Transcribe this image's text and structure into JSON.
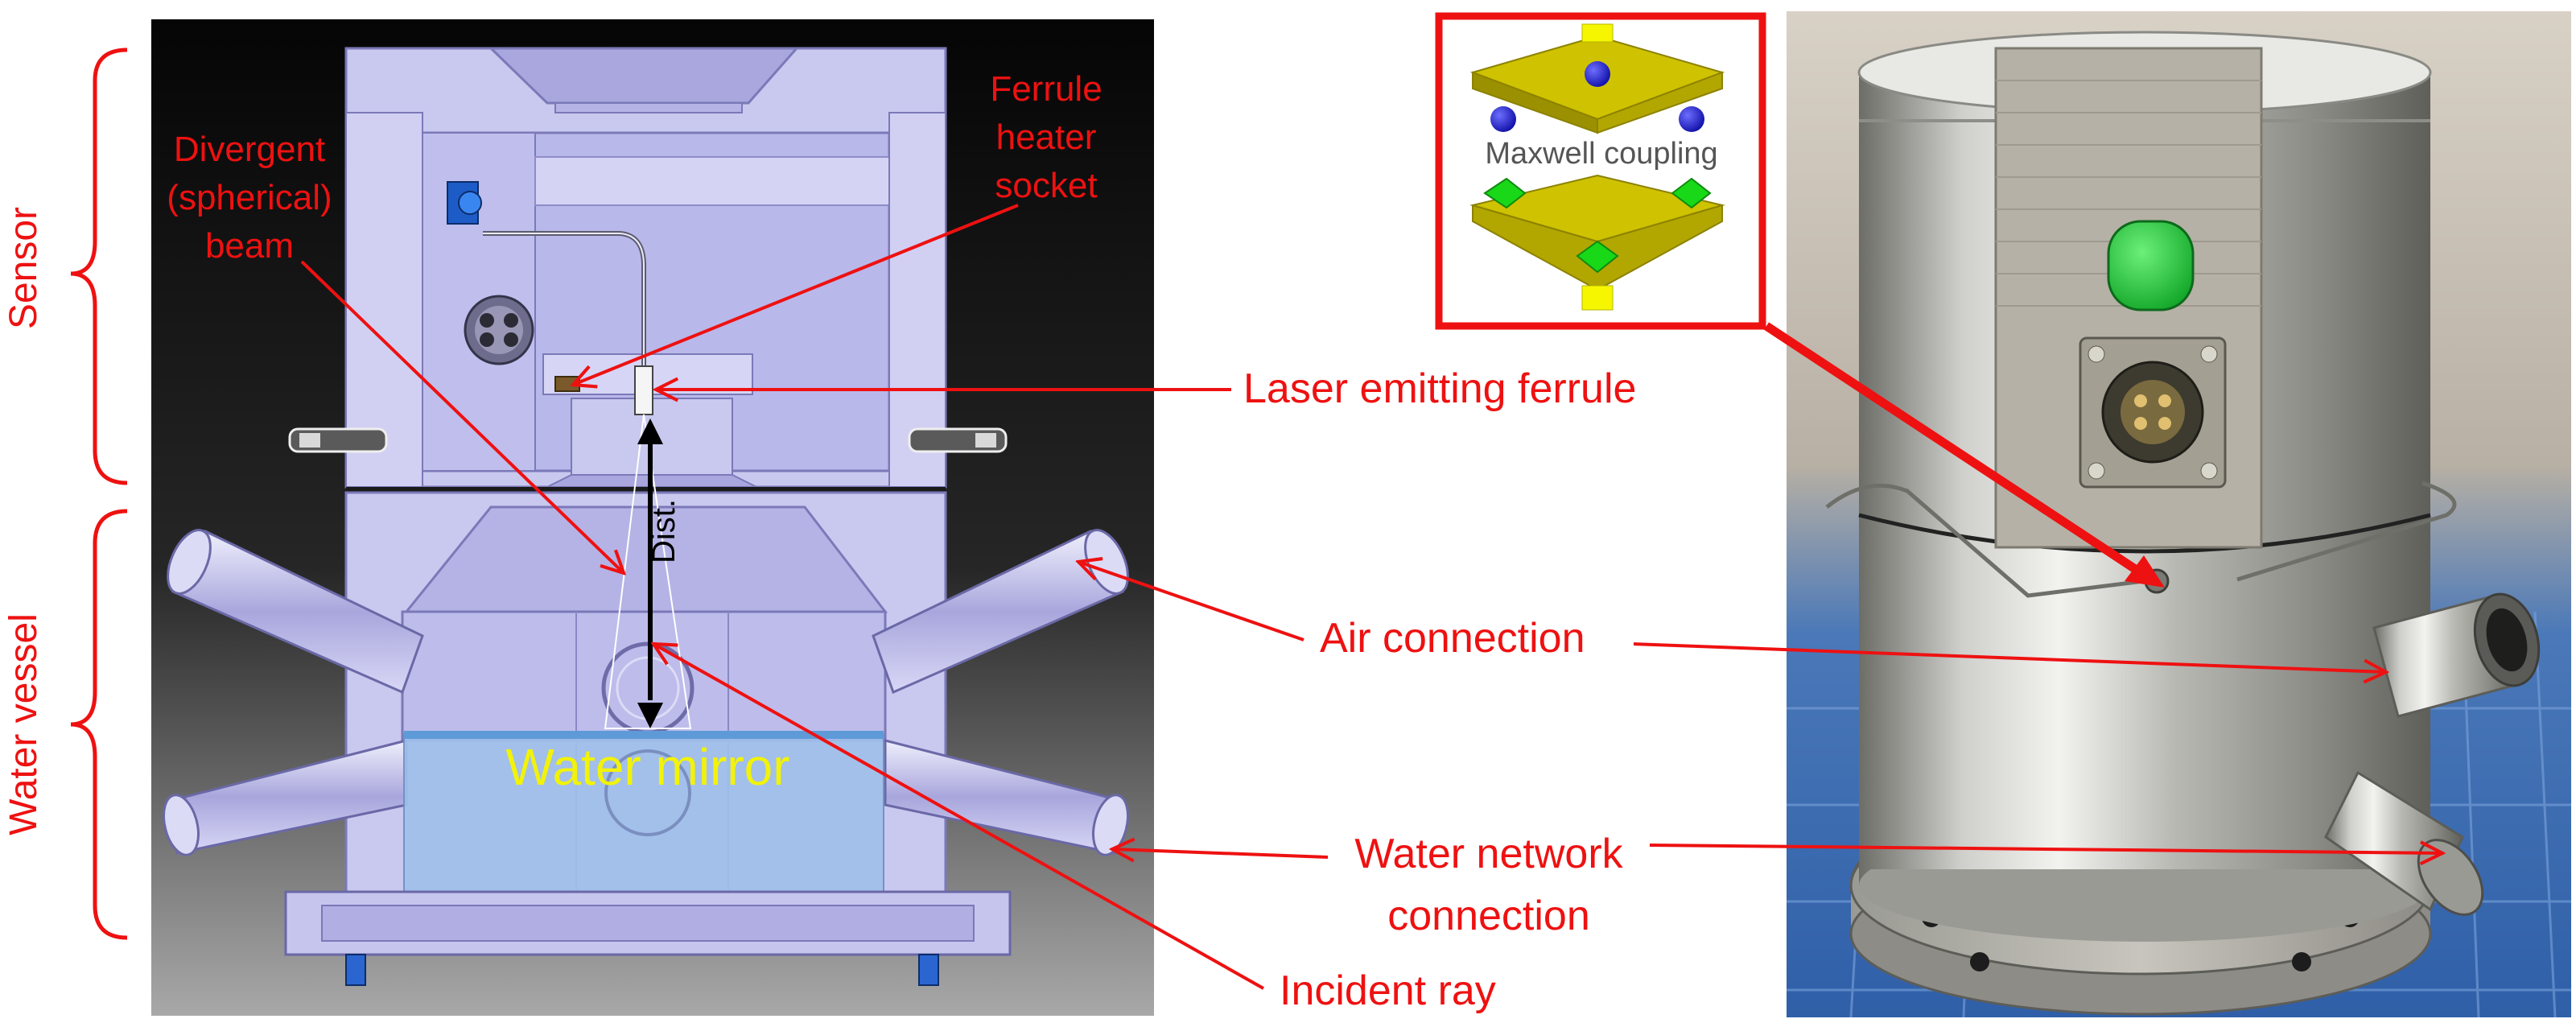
{
  "labels": {
    "sensor": "Sensor",
    "water_vessel": "Water vessel",
    "divergent_beam": [
      "Divergent",
      "(spherical)",
      "beam"
    ],
    "ferrule_heater_socket": [
      "Ferrule",
      "heater",
      "socket"
    ],
    "laser_emitting_ferrule": "Laser emitting ferrule",
    "dist": "Dist.",
    "air_connection": "Air connection",
    "water_mirror": "Water mirror",
    "water_network_connection": [
      "Water network",
      "connection"
    ],
    "incident_ray": "Incident ray",
    "maxwell_coupling": "Maxwell coupling"
  },
  "colors": {
    "annotation_red": "#ee1111",
    "water_mirror_text": "#f2f20a",
    "cad_body": "#c9c8ef",
    "cad_dark": "#9c9ad4",
    "water": "#9fc0ea",
    "coupling_gold": "#b2a600",
    "coupling_blue": "#1d1dcc",
    "coupling_green": "#18d818",
    "coupling_yellow": "#f6f600"
  }
}
